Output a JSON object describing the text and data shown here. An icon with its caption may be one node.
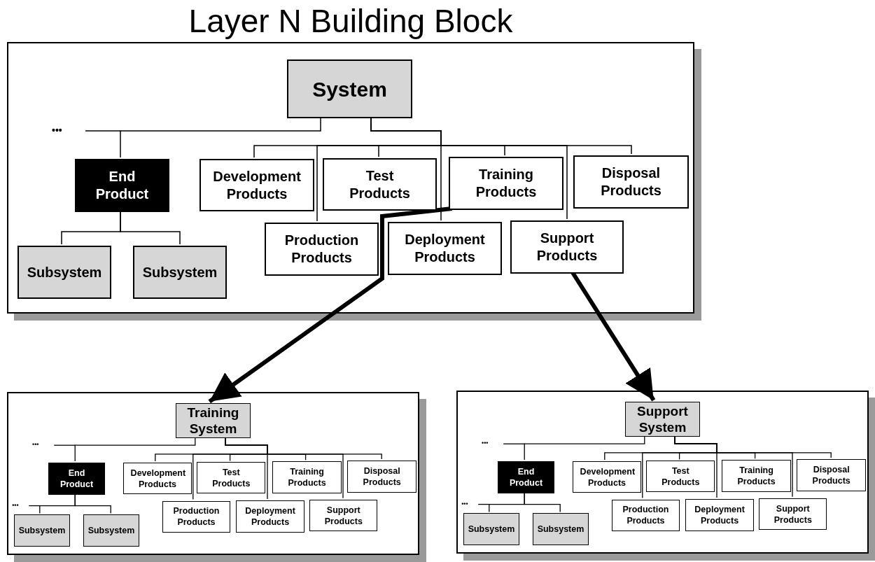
{
  "diagram": {
    "title": "Layer N Building Block",
    "nodes": [
      {
        "text": [],
        "shape": "box"
      },
      {
        "text": [
          "System"
        ],
        "in": 0
      },
      {
        "text": [
          "End Product"
        ],
        "in": 0
      },
      {
        "text": [
          "Development Products"
        ],
        "in": 0
      },
      {
        "text": [
          "Test Products"
        ],
        "in": 0
      },
      {
        "text": [
          "Training Products"
        ],
        "in": 0
      },
      {
        "text": [
          "Disposal Products"
        ],
        "in": 0
      },
      {
        "text": [
          "Production Products"
        ],
        "in": 0
      },
      {
        "text": [
          "Deployment Products"
        ],
        "in": 0
      },
      {
        "text": [
          "Support Products"
        ],
        "in": 0
      },
      {
        "text": [
          "Subsystem"
        ],
        "in": 0
      },
      {
        "text": [
          "Subsystem"
        ],
        "in": 0
      },
      {
        "text": [],
        "shape": "box"
      },
      {
        "text": [
          "Training System"
        ],
        "in": 12
      },
      {
        "text": [
          "End Product"
        ],
        "in": 12
      },
      {
        "text": [
          "Development Products"
        ],
        "in": 12
      },
      {
        "text": [
          "Test Products"
        ],
        "in": 12
      },
      {
        "text": [
          "Training Products"
        ],
        "in": 12
      },
      {
        "text": [
          "Disposal Products"
        ],
        "in": 12
      },
      {
        "text": [
          "Production Products"
        ],
        "in": 12
      },
      {
        "text": [
          "Deployment Products"
        ],
        "in": 12
      },
      {
        "text": [
          "Support Products"
        ],
        "in": 12
      },
      {
        "text": [
          "Subsystem"
        ],
        "in": 12
      },
      {
        "text": [
          "Subsystem"
        ],
        "in": 12
      },
      {
        "text": [],
        "shape": "box"
      },
      {
        "text": [
          "Support System"
        ],
        "in": 24
      },
      {
        "text": [
          "End Product"
        ],
        "in": 24
      },
      {
        "text": [
          "Development Products"
        ],
        "in": 24
      },
      {
        "text": [
          "Test Products"
        ],
        "in": 24
      },
      {
        "text": [
          "Training Products"
        ],
        "in": 24
      },
      {
        "text": [
          "Disposal Products"
        ],
        "in": 24
      },
      {
        "text": [
          "Production Products"
        ],
        "in": 24
      },
      {
        "text": [
          "Deployment Products"
        ],
        "in": 24
      },
      {
        "text": [
          "Support Products"
        ],
        "in": 24
      },
      {
        "text": [
          "Subsystem"
        ],
        "in": 24
      },
      {
        "text": [
          "Subsystem"
        ],
        "in": 24
      }
    ],
    "edges": [
      {
        "from": 1,
        "to": 2,
        "arrow": "none"
      },
      {
        "from": 1,
        "to": 3,
        "arrow": "none"
      },
      {
        "from": 1,
        "to": 4,
        "arrow": "none"
      },
      {
        "from": 1,
        "to": 5,
        "arrow": "none"
      },
      {
        "from": 1,
        "to": 6,
        "arrow": "none"
      },
      {
        "from": 1,
        "to": 7,
        "arrow": "none"
      },
      {
        "from": 1,
        "to": 8,
        "arrow": "none"
      },
      {
        "from": 1,
        "to": 9,
        "arrow": "none"
      },
      {
        "from": 2,
        "to": 10,
        "arrow": "none"
      },
      {
        "from": 2,
        "to": 11,
        "arrow": "none"
      },
      {
        "from": 13,
        "to": 14,
        "arrow": "none"
      },
      {
        "from": 13,
        "to": 15,
        "arrow": "none"
      },
      {
        "from": 13,
        "to": 16,
        "arrow": "none"
      },
      {
        "from": 13,
        "to": 17,
        "arrow": "none"
      },
      {
        "from": 13,
        "to": 18,
        "arrow": "none"
      },
      {
        "from": 13,
        "to": 19,
        "arrow": "none"
      },
      {
        "from": 13,
        "to": 20,
        "arrow": "none"
      },
      {
        "from": 13,
        "to": 21,
        "arrow": "none"
      },
      {
        "from": 14,
        "to": 22,
        "arrow": "none"
      },
      {
        "from": 14,
        "to": 23,
        "arrow": "none"
      },
      {
        "from": 25,
        "to": 26,
        "arrow": "none"
      },
      {
        "from": 25,
        "to": 27,
        "arrow": "none"
      },
      {
        "from": 25,
        "to": 28,
        "arrow": "none"
      },
      {
        "from": 25,
        "to": 29,
        "arrow": "none"
      },
      {
        "from": 25,
        "to": 30,
        "arrow": "none"
      },
      {
        "from": 25,
        "to": 31,
        "arrow": "none"
      },
      {
        "from": 25,
        "to": 32,
        "arrow": "none"
      },
      {
        "from": 25,
        "to": 33,
        "arrow": "none"
      },
      {
        "from": 26,
        "to": 34,
        "arrow": "none"
      },
      {
        "from": 26,
        "to": 35,
        "arrow": "none"
      },
      {
        "from": 5,
        "to": 13,
        "arrow": "to",
        "style": "thick"
      },
      {
        "from": 9,
        "to": 25,
        "arrow": "to",
        "style": "thick"
      }
    ],
    "labels": [
      "•••",
      "•••",
      "•••",
      "•••",
      "•••"
    ]
  }
}
